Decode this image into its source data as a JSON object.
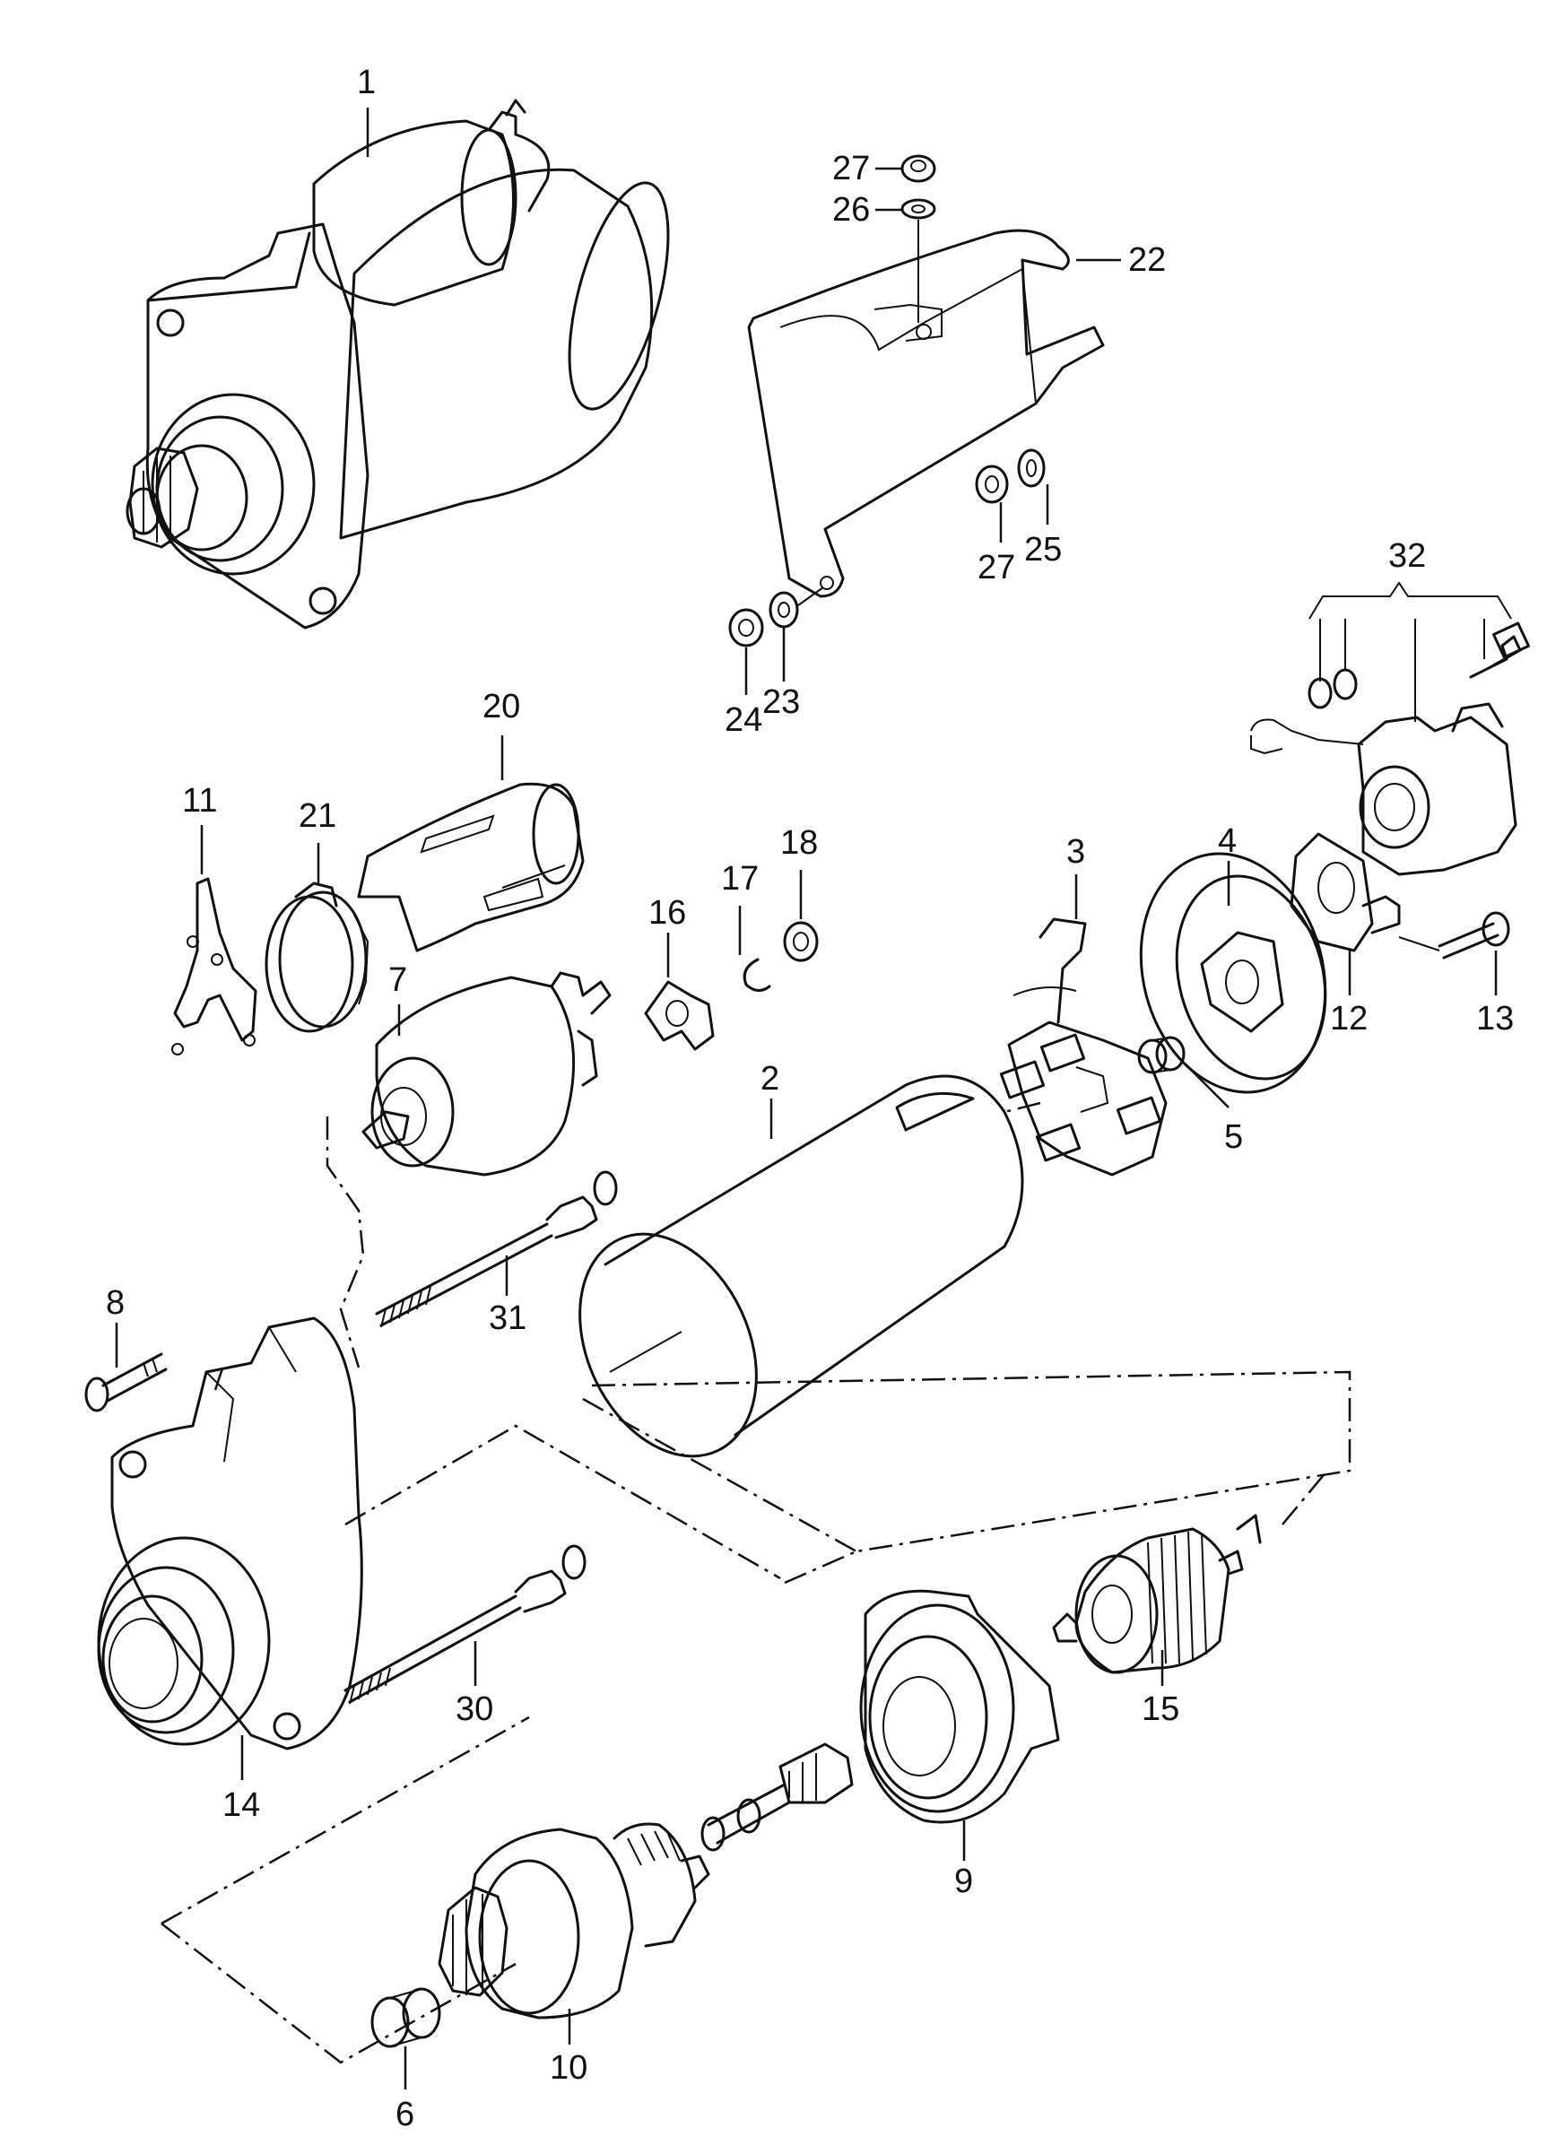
{
  "callouts": {
    "c1": "1",
    "c2": "2",
    "c3": "3",
    "c4": "4",
    "c5": "5",
    "c6": "6",
    "c7": "7",
    "c8": "8",
    "c9": "9",
    "c10": "10",
    "c11": "11",
    "c12": "12",
    "c13": "13",
    "c14": "14",
    "c15": "15",
    "c16": "16",
    "c17": "17",
    "c18": "18",
    "c20": "20",
    "c21": "21",
    "c22": "22",
    "c23": "23",
    "c24": "24",
    "c25": "25",
    "c26": "26",
    "c27a": "27",
    "c27b": "27",
    "c30": "30",
    "c31": "31",
    "c32": "32"
  }
}
